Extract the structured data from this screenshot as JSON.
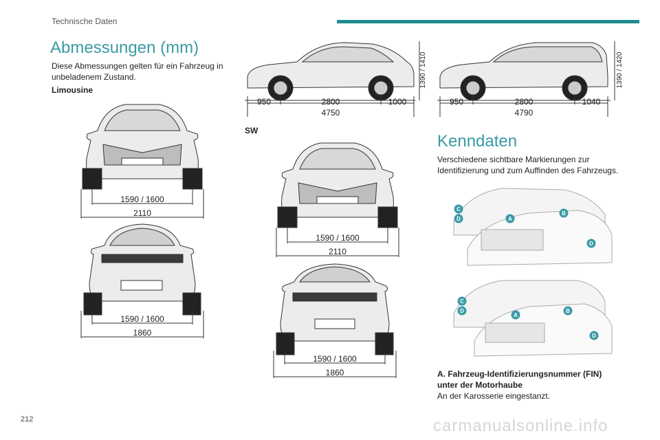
{
  "header": {
    "section": "Technische Daten",
    "accent_color": "#1e8c92"
  },
  "dimensions": {
    "title": "Abmessungen (mm)",
    "intro": "Diese Abmessungen gelten für ein Fahrzeug in unbeladenem Zustand.",
    "limousine_label": "Limousine",
    "sw_label": "SW",
    "limousine": {
      "side": {
        "front": "950",
        "wheelbase": "2800",
        "rear": "1000",
        "length": "4750",
        "height": "1390 / 1410"
      },
      "front": {
        "track": "1590 / 1600",
        "width": "2110"
      },
      "rear": {
        "track": "1590 / 1600",
        "width": "1860"
      }
    },
    "sw": {
      "side": {
        "front": "950",
        "wheelbase": "2800",
        "rear": "1040",
        "length": "4790",
        "height": "1390 / 1420"
      },
      "front": {
        "track": "1590 / 1600",
        "width": "2110"
      },
      "rear": {
        "track": "1590 / 1600",
        "width": "1860"
      }
    }
  },
  "identification": {
    "title": "Kenndaten",
    "intro": "Verschiedene sichtbare Markierungen zur Identifizierung und zum Auffinden des Fahrzeugs.",
    "markers": [
      "A",
      "B",
      "C",
      "D"
    ],
    "marker_color": "#3a9aa5",
    "item_a_title": "A. Fahrzeug-Identifizierungsnummer (FIN) unter der Motorhaube",
    "item_a_text": "An der Karosserie eingestanzt."
  },
  "footer": {
    "page_number": "212",
    "watermark": "carmanualsonline.info"
  }
}
